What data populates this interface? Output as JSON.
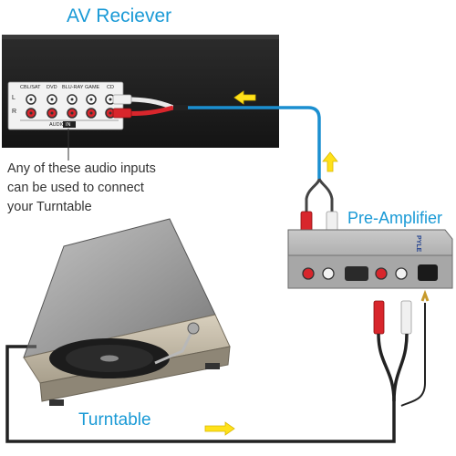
{
  "labels": {
    "av_receiver_title": "AV Reciever",
    "pre_amplifier_title": "Pre-Amplifier",
    "turntable_title": "Turntable",
    "note_lines": [
      "Any of these audio inputs",
      "can be used to connect",
      "your Turntable"
    ]
  },
  "receiver_panel": {
    "inputs": [
      "CBL/SAT",
      "DVD",
      "BLU-RAY",
      "GAME",
      "CD"
    ],
    "channel_left": "L",
    "channel_right": "R",
    "audio_label": "AUDIO",
    "audio_in": "IN"
  },
  "pre_amp": {
    "brand": "PYLE"
  },
  "colors": {
    "label_blue": "#1a9ad6",
    "arrow_yellow": "#ffe11a",
    "cable_blue": "#1b8fd0",
    "rca_red": "#d8262c",
    "rca_white": "#e9e9e9"
  },
  "icons": [
    "flow-arrow-left-icon",
    "flow-arrow-up-icon",
    "flow-arrow-right-icon"
  ]
}
